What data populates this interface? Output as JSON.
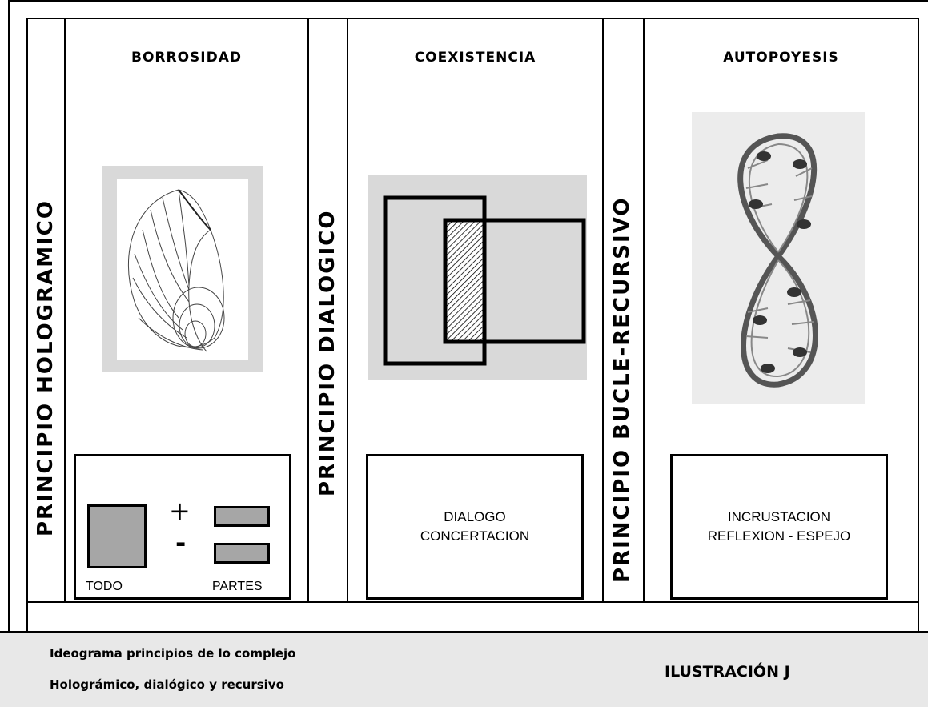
{
  "columns": {
    "principio_hologramico": "PRINCIPIO HOLOGRAMICO",
    "borrosidad": "BORROSIDAD",
    "principio_dialogico": "PRINCIPIO DIALOGICO",
    "coexistencia": "COEXISTENCIA",
    "principio_bucle_recursivo": "PRINCIPIO BUCLE-RECURSIVO",
    "autopoyesis": "AUTOPOYESIS"
  },
  "boxes": {
    "todo_partes": {
      "plus": "+",
      "minus": "-",
      "todo": "TODO",
      "partes": "PARTES"
    },
    "dialogo": {
      "line1": "DIALOGO",
      "line2": "CONCERTACION"
    },
    "incrustacion": {
      "line1": "INCRUSTACION",
      "line2": "REFLEXION - ESPEJO"
    }
  },
  "footer": {
    "line1": "Ideograma  principios de lo complejo",
    "line2": "Holográmico, dialógico y recursivo",
    "right": "ILUSTRACIÓN J"
  }
}
